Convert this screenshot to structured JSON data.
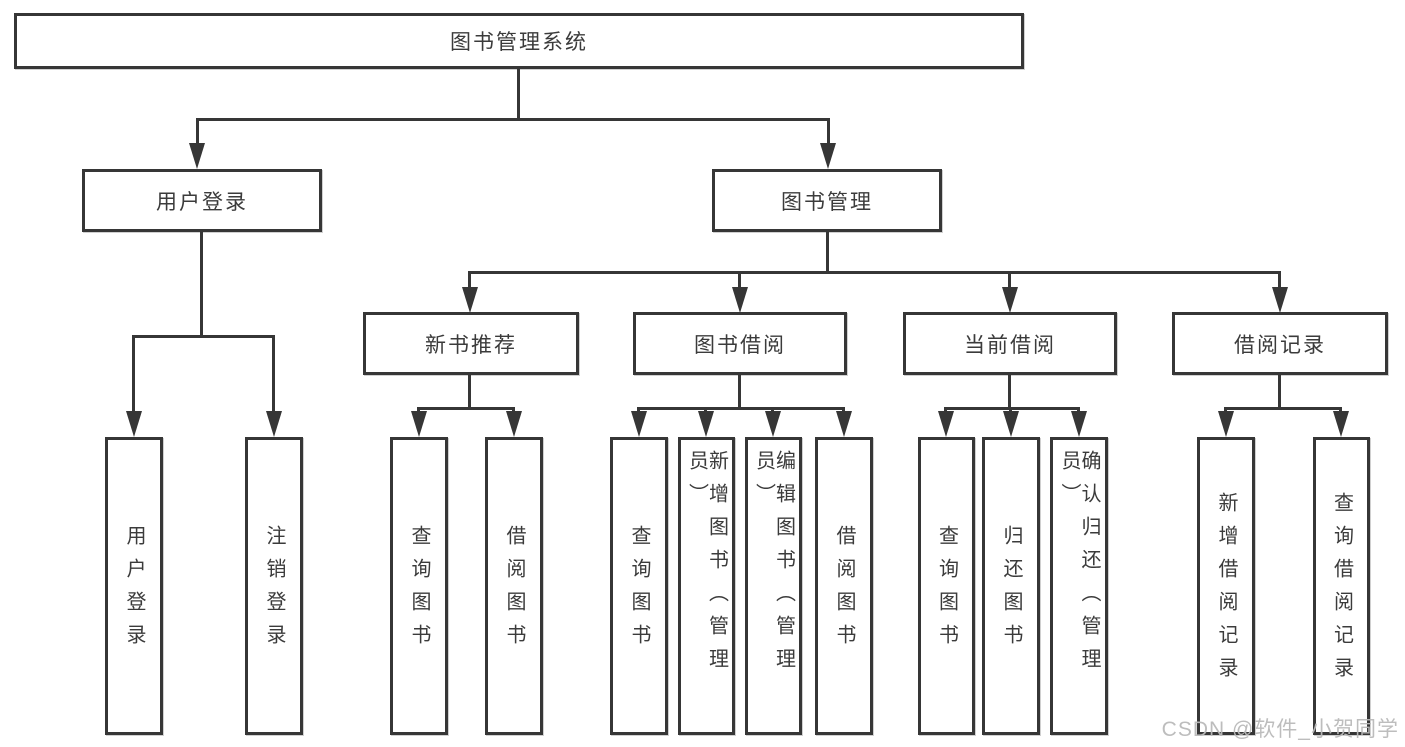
{
  "diagram": {
    "stroke_color": "#363636",
    "root": "图书管理系统",
    "user_login": {
      "label": "用户登录",
      "children": [
        "用户登录",
        "注销登录"
      ]
    },
    "book_mgmt": {
      "label": "图书管理",
      "sections": {
        "new_book": {
          "label": "新书推荐",
          "children": [
            "查询图书",
            "借阅图书"
          ]
        },
        "book_borrow": {
          "label": "图书借阅",
          "children": [
            "查询图书",
            "新增图书（管理员）",
            "编辑图书（管理员）",
            "借阅图书"
          ]
        },
        "current_borrow": {
          "label": "当前借阅",
          "children": [
            "查询图书",
            "归还图书",
            "确认归还（管理员）"
          ]
        },
        "borrow_record": {
          "label": "借阅记录",
          "children": [
            "新增借阅记录",
            "查询借阅记录"
          ]
        }
      }
    }
  },
  "watermark": "CSDN @软件_小贺同学"
}
